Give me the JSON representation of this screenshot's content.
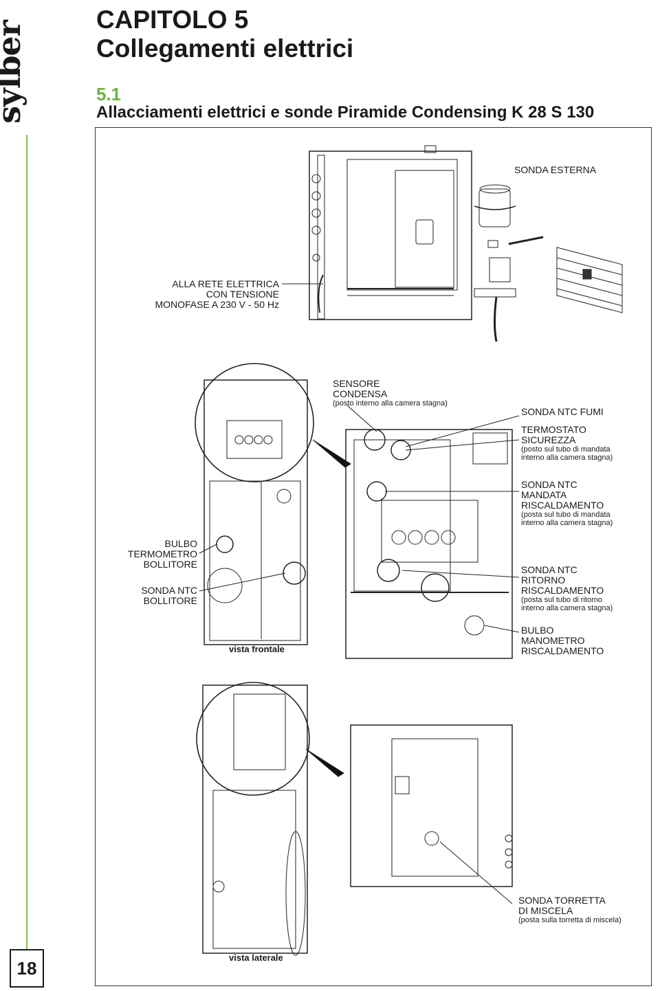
{
  "brand": "sylber",
  "page_number": "18",
  "chapter": {
    "line1": "CAPITOLO 5",
    "line2": "Collegamenti elettrici"
  },
  "section": {
    "number": "5.1",
    "title": "Allacciamenti elettrici e sonde Piramide Condensing K 28 S 130"
  },
  "colors": {
    "accent": "#6db33f",
    "ink": "#1a1a1a"
  },
  "labels": {
    "sonda_esterna": "SONDA ESTERNA",
    "rete": [
      "ALLA RETE ELETTRICA",
      "CON TENSIONE",
      "MONOFASE A 230 V - 50 Hz"
    ],
    "sensore_condensa": {
      "l1": "SENSORE",
      "l2": "CONDENSA",
      "note": "(posto interno alla camera stagna)"
    },
    "sonda_fumi": "SONDA NTC FUMI",
    "termostato": {
      "l1": "TERMOSTATO",
      "l2": "SICUREZZA",
      "note1": "(posto sul tubo di mandata",
      "note2": "interno alla camera stagna)"
    },
    "sonda_mandata": {
      "l1": "SONDA NTC",
      "l2": "MANDATA",
      "l3": "RISCALDAMENTO",
      "note1": "(posta sul tubo di mandata",
      "note2": "interno alla camera stagna)"
    },
    "bulbo_termometro": [
      "BULBO",
      "TERMOMETRO",
      "BOLLITORE"
    ],
    "sonda_bollitore": [
      "SONDA NTC",
      "BOLLITORE"
    ],
    "sonda_ritorno": {
      "l1": "SONDA NTC",
      "l2": "RITORNO",
      "l3": "RISCALDAMENTO",
      "note1": "(posta sul tubo di ritorno",
      "note2": "interno alla camera stagna)"
    },
    "bulbo_manometro": [
      "BULBO",
      "MANOMETRO",
      "RISCALDAMENTO"
    ],
    "sonda_torretta": {
      "l1": "SONDA TORRETTA",
      "l2": "DI MISCELA",
      "note": "(posta sulla torretta di miscela)"
    },
    "vista_frontale": "vista frontale",
    "vista_laterale": "vista laterale"
  }
}
